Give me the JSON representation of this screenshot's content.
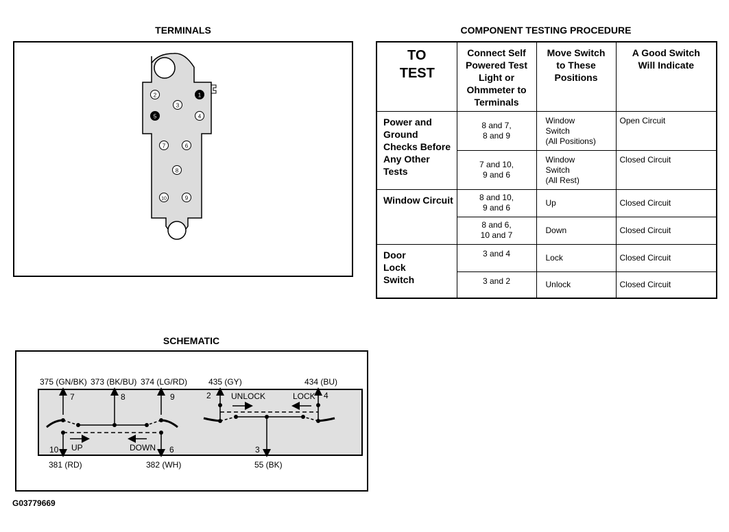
{
  "terminals": {
    "title": "TERMINALS",
    "pins": [
      "1",
      "2",
      "3",
      "4",
      "5",
      "6",
      "7",
      "8",
      "9",
      "10"
    ]
  },
  "procedure": {
    "title": "COMPONENT TESTING PROCEDURE",
    "headers": {
      "to_test": "TO TEST",
      "connect": "Connect Self Powered Test Light or Ohmmeter to Terminals",
      "move": "Move Switch to These Positions",
      "indicate": "A Good Switch Will Indicate"
    },
    "groups": [
      {
        "name": "Power and Ground Checks Before Any Other Tests",
        "rows": [
          {
            "terminals": "8 and 7,\n8 and 9",
            "position": "Window\nSwitch\n(All Positions)",
            "result": "Open Circuit"
          },
          {
            "terminals": "7 and 10,\n9 and 6",
            "position": "Window\nSwitch\n(All Rest)",
            "result": "Closed Circuit"
          }
        ]
      },
      {
        "name": "Window Circuit",
        "rows": [
          {
            "terminals": "8 and 10,\n9 and 6",
            "position": "Up",
            "result": "Closed Circuit"
          },
          {
            "terminals": "8 and 6,\n10 and 7",
            "position": "Down",
            "result": "Closed Circuit"
          }
        ]
      },
      {
        "name": "Door Lock Switch",
        "rows": [
          {
            "terminals": "3 and 4",
            "position": "Lock",
            "result": "Closed Circuit"
          },
          {
            "terminals": "3 and 2",
            "position": "Unlock",
            "result": "Closed Circuit"
          }
        ]
      }
    ]
  },
  "schematic": {
    "title": "SCHEMATIC",
    "wires_top": [
      "375 (GN/BK)",
      "373 (BK/BU)",
      "374 (LG/RD)",
      "435 (GY)",
      "434 (BU)"
    ],
    "wires_bottom": [
      "381 (RD)",
      "382 (WH)",
      "55 (BK)"
    ],
    "pins": [
      "7",
      "8",
      "9",
      "2",
      "4",
      "10",
      "6",
      "3"
    ],
    "labels": {
      "up": "UP",
      "down": "DOWN",
      "unlock": "UNLOCK",
      "lock": "LOCK"
    },
    "background_color": "#e0e0e0"
  },
  "figure_code": "G03779669"
}
